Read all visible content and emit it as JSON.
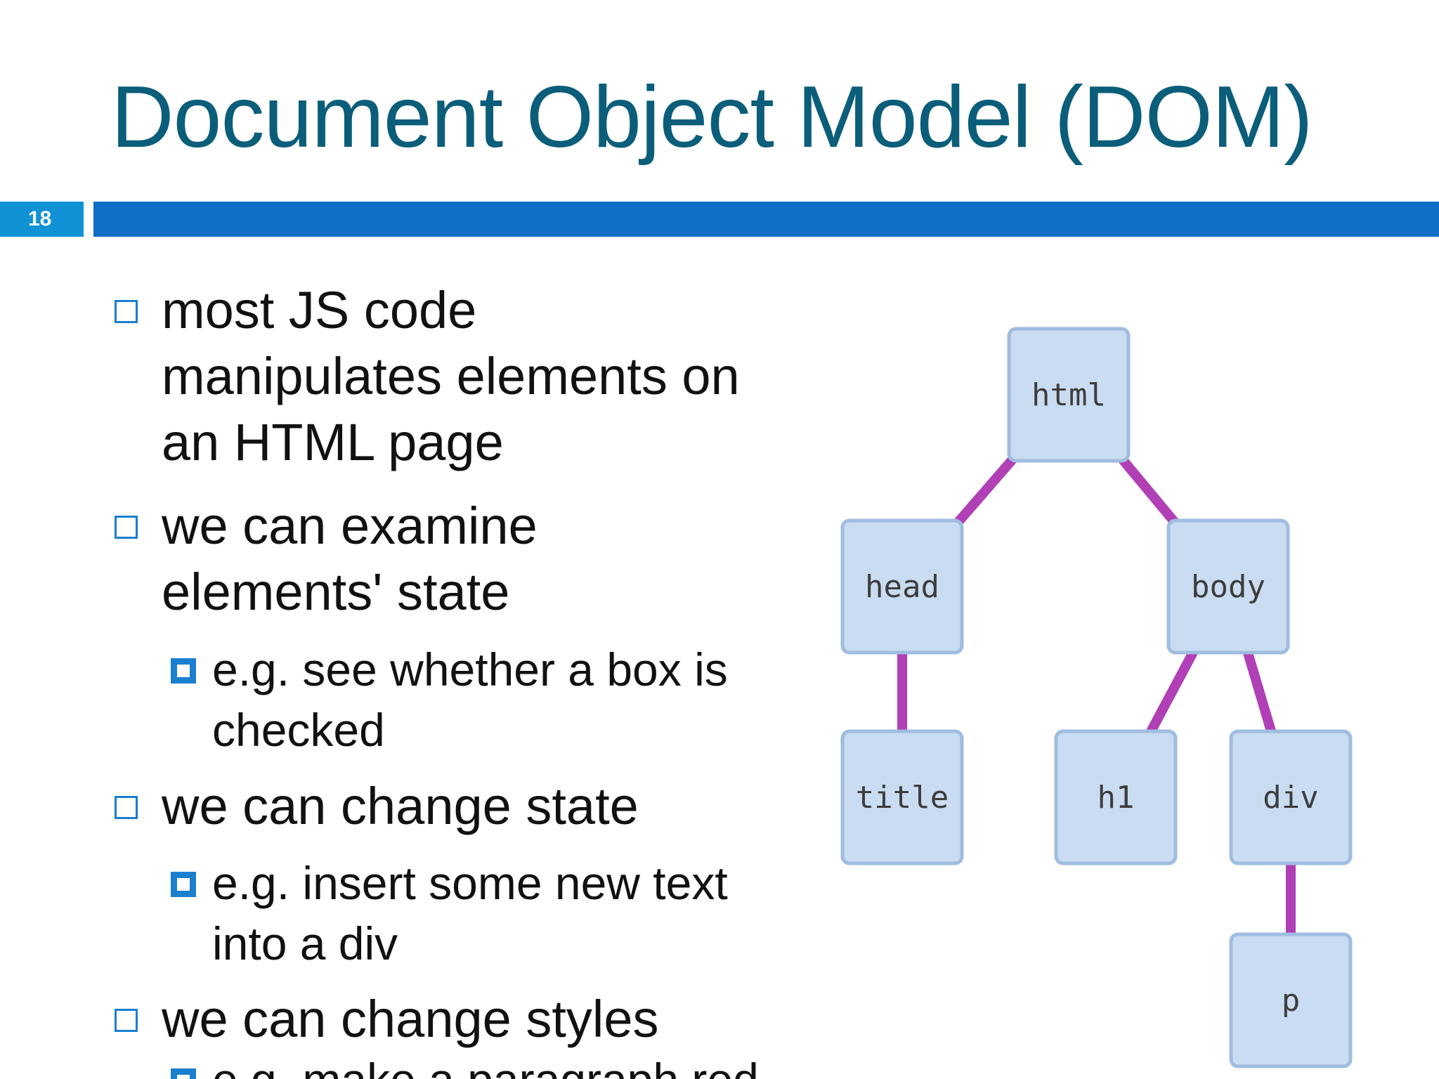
{
  "slide": {
    "title": "Document Object Model (DOM)",
    "number": "18",
    "colors": {
      "title": "#0b5e7a",
      "number_box": "#1192d6",
      "bar": "#0e6fc5",
      "bullet_marker": "#1b7fcf",
      "edge": "#b13fb5",
      "node_fill": "#c9dcf1",
      "node_border": "#9fbde0"
    }
  },
  "bullets": [
    {
      "level": 1,
      "lines": [
        "most JS code",
        "manipulates elements on",
        "an HTML page"
      ]
    },
    {
      "level": 1,
      "lines": [
        "we can examine",
        "elements' state"
      ]
    },
    {
      "level": 2,
      "lines": [
        "e.g. see whether a box is",
        "checked"
      ]
    },
    {
      "level": 1,
      "lines": [
        "we can change state"
      ]
    },
    {
      "level": 2,
      "lines": [
        "e.g. insert some new text",
        "into a div"
      ]
    },
    {
      "level": 1,
      "lines": [
        "we can change styles"
      ]
    },
    {
      "level": 2,
      "lines": [
        "e.g. make a paragraph red"
      ]
    }
  ],
  "dom_tree": {
    "nodes": [
      {
        "id": "html",
        "label": "html"
      },
      {
        "id": "head",
        "label": "head"
      },
      {
        "id": "body",
        "label": "body"
      },
      {
        "id": "title",
        "label": "title"
      },
      {
        "id": "h1",
        "label": "h1"
      },
      {
        "id": "div",
        "label": "div"
      },
      {
        "id": "p",
        "label": "p"
      }
    ],
    "edges": [
      [
        "html",
        "head"
      ],
      [
        "html",
        "body"
      ],
      [
        "head",
        "title"
      ],
      [
        "body",
        "h1"
      ],
      [
        "body",
        "div"
      ],
      [
        "div",
        "p"
      ]
    ]
  }
}
